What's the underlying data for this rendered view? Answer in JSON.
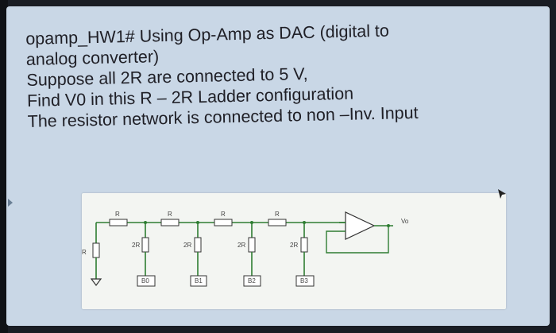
{
  "problem": {
    "line1": "opamp_HW1# Using Op-Amp as DAC (digital to",
    "line2": "analog converter)",
    "line3": "Suppose all 2R are connected to 5 V,",
    "line4": "Find V0 in this R – 2R Ladder configuration",
    "line5": "The resistor network is connected to non –Inv. Input"
  },
  "circuit": {
    "series_labels": [
      "R",
      "R",
      "R",
      "R"
    ],
    "shunt_labels": [
      "2R",
      "2R",
      "2R",
      "2R"
    ],
    "ground_resistor_label": "R",
    "bit_labels": [
      "B0",
      "B1",
      "B2",
      "B3"
    ],
    "output_label": "Vo"
  },
  "colors": {
    "screen": "#c9d7e6",
    "panel": "#f3f5f2",
    "wire": "#2e7d32",
    "text": "#1f1f26"
  }
}
